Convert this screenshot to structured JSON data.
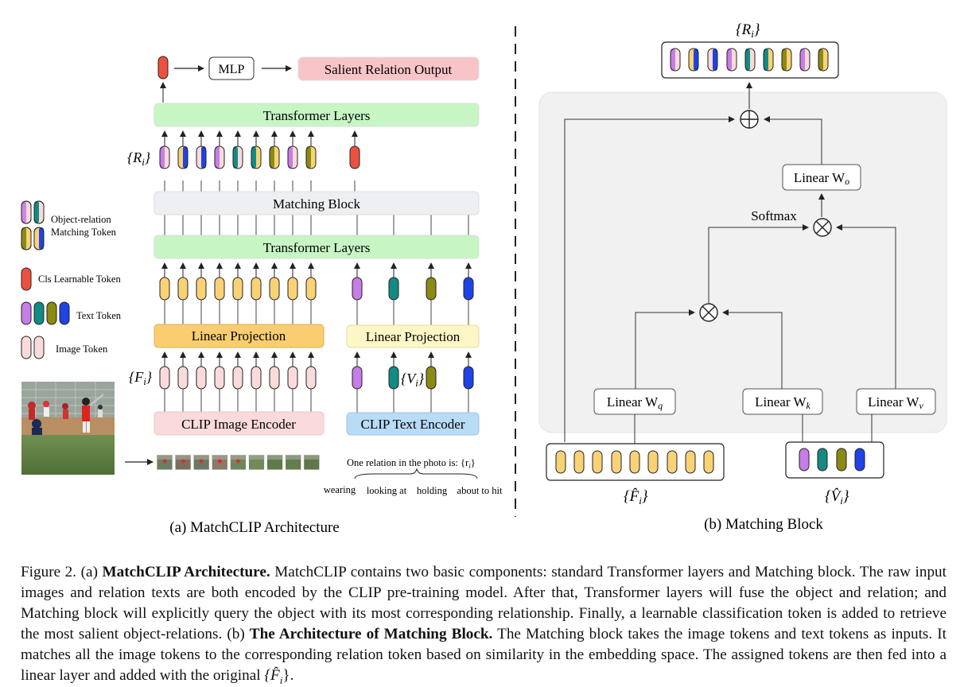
{
  "left": {
    "mlp": "MLP",
    "salient_output": "Salient Relation Output",
    "transformer_top": "Transformer Layers",
    "transformer_bottom": "Transformer Layers",
    "matching_block": "Matching Block",
    "linear_proj_image": "Linear Projection",
    "linear_proj_text": "Linear Projection",
    "clip_image_encoder": "CLIP Image Encoder",
    "clip_text_encoder": "CLIP Text Encoder",
    "ri_label": "{R",
    "ri_sub": "i",
    "fi_label": "{F",
    "fi_sub": "i",
    "vi_label": "{V",
    "vi_sub": "i",
    "prompt_text": "One relation in the photo is: {r",
    "prompt_sub": "i",
    "relations": [
      "wearing",
      "looking at",
      "holding",
      "about to hit"
    ],
    "subtitle": "(a) MatchCLIP Architecture"
  },
  "legend": {
    "object_relation": "Object-relation",
    "matching_token": "Matching Token",
    "cls_token": "Cls Learnable Token",
    "text_token": "Text Token",
    "image_token": "Image Token"
  },
  "right": {
    "ri_label": "{R",
    "ri_sub": "i",
    "linear_wo": "Linear W",
    "wo_sub": "o",
    "softmax": "Softmax",
    "linear_wq": "Linear W",
    "wq_sub": "q",
    "linear_wk": "Linear W",
    "wk_sub": "k",
    "linear_wv": "Linear W",
    "wv_sub": "v",
    "fhat_label": "{F̂",
    "fhat_sub": "i",
    "vhat_label": "{V̂",
    "vhat_sub": "i",
    "subtitle": "(b) Matching Block"
  },
  "caption": {
    "prefix": "Figure 2. (a) ",
    "bold_a": "MatchCLIP Architecture.",
    "text_a": " MatchCLIP contains two basic components: standard Transformer layers and Matching block. The raw input images and relation texts are both encoded by the CLIP pre-training model. After that, Transformer layers will fuse the object and relation; and Matching block will explicitly query the object with its most corresponding relationship. Finally, a learnable classification token is added to retrieve the most salient object-relations. (b) ",
    "bold_b": "The Architecture of Matching Block.",
    "text_b": " The Matching block takes the image tokens and text tokens as inputs. It matches all the image tokens to the corresponding relation token based on similarity in the embedding space. The assigned tokens are then fed into a linear layer and added with the original ",
    "end": "{F̂",
    "end_sub": "i",
    "end_close": "}."
  },
  "colors": {
    "image_token": "#fadada",
    "yellow_token": "#f9d276",
    "purple": "#c77ce6",
    "teal": "#138b84",
    "olive": "#8b8a13",
    "blue": "#1f43e6",
    "cls": "#ec5140",
    "green_box": "#c7f5c4",
    "pink_box": "#f9c4c7",
    "orange_box": "#f9cd70",
    "light_yellow_box": "#fdf7c6",
    "blue_box": "#b8dbf6",
    "grey_box": "#eeeff3"
  }
}
